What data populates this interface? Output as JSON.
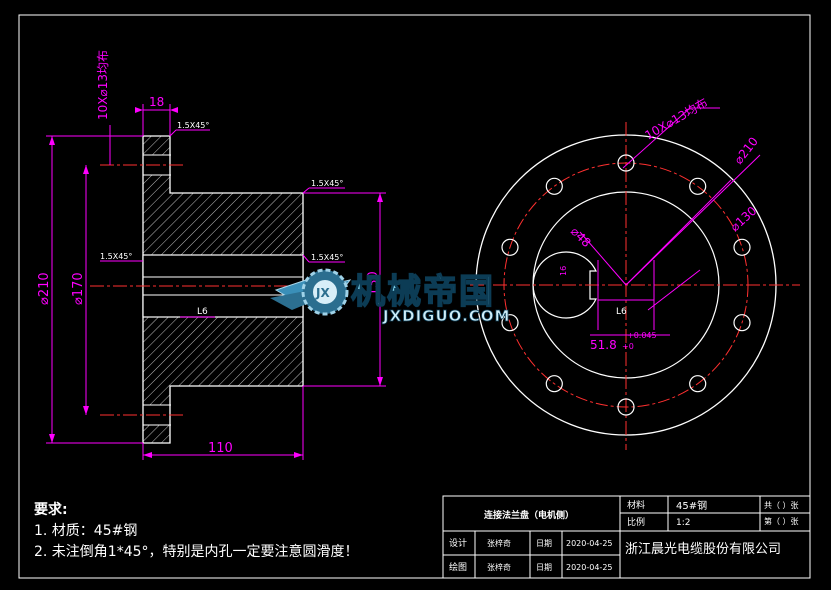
{
  "front_view": {
    "dims": {
      "thickness": "18",
      "holes_v": "10X⌀13均布",
      "outer_dia": "⌀210",
      "pcd": "⌀170",
      "hub_dia": "130",
      "length": "110",
      "chamfer_1": "1.5X45°",
      "chamfer_2": "1.5X45°",
      "chamfer_3": "1.5X45°",
      "chamfer_4": "1.5X45°",
      "keyway_small": "L6"
    }
  },
  "side_view": {
    "dims": {
      "holes": "10X⌀13均布",
      "outer": "⌀210",
      "hub": "⌀130",
      "bore": "⌀48",
      "keyway_depth": "51.8",
      "keyway_tol_top": "+0",
      "keyway_tol": "+0.045",
      "key_width": "16",
      "keyway_label": "L6"
    }
  },
  "watermark": {
    "brand": "机械帝国",
    "url": "JXDIGUO.COM",
    "emblem": "JX"
  },
  "notes": {
    "heading": "要求:",
    "item1": "1.  材质：45#钢",
    "item2": "2.  未注倒角1*45°，特别是内孔一定要注意圆滑度！"
  },
  "title_block": {
    "part_name": "连接法兰盘（电机侧）",
    "material_label": "材料",
    "material_value": "45#钢",
    "scale_label": "比例",
    "scale_value": "1:2",
    "sheet_of": "共（ ）张",
    "sheet_no": "第（ ）张",
    "design_label": "设计",
    "design_name": "张梓奇",
    "draw_label": "绘图",
    "draw_name": "张梓奇",
    "date_label_1": "日期",
    "date_1": "2020-04-25",
    "date_label_2": "日期",
    "date_2": "2020-04-25",
    "company": "浙江晨光电缆股份有限公司"
  },
  "colors": {
    "background": "#000000",
    "outline": "#ffffff",
    "dimension": "#ff00ff",
    "centerline": "#ff3030",
    "hatch": "#c8c8c8"
  }
}
